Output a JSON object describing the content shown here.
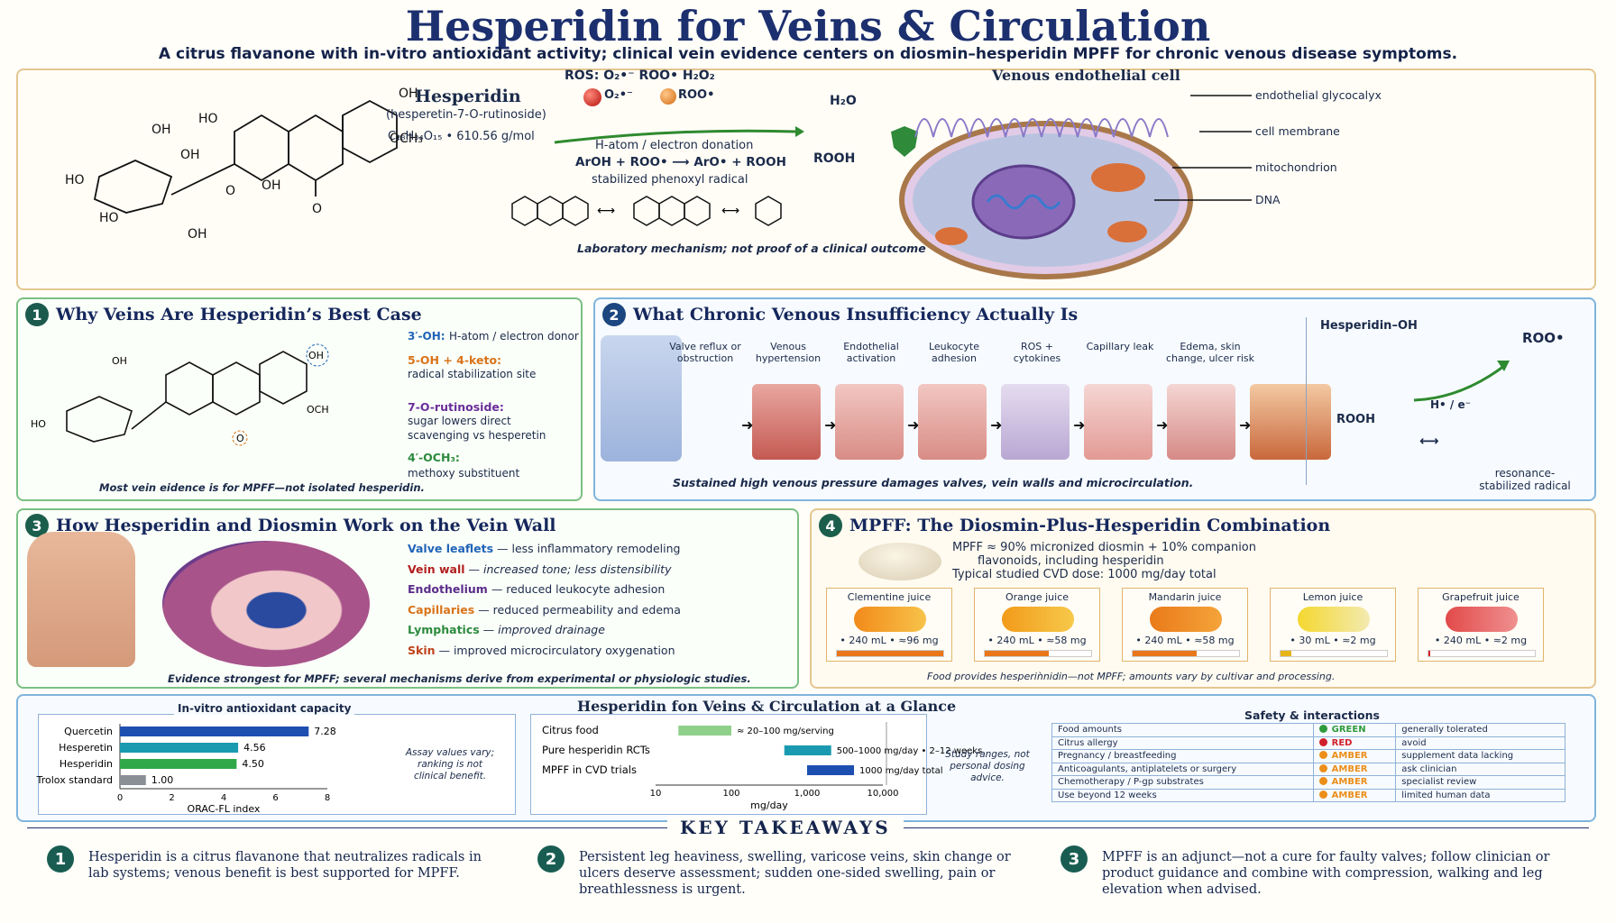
{
  "header": {
    "title": "Hesperidin for Veins & Circulation",
    "subtitle": "A citrus flavanone with in-vitro antioxidant activity; clinical vein evidence centers on diosmin–hesperidin MPFF for chronic venous disease symptoms."
  },
  "top_panel": {
    "molecule_name": "Hesperidin",
    "molecule_alt": "(hesperetin-7-O-rutinoside)",
    "formula": "C₂₈H₃₄O₁₅ • 610.56 g/mol",
    "ros_label": "ROS:  O₂•⁻    ROO•    H₂O₂",
    "ros_o2": "O₂•⁻",
    "ros_roo": "ROO•",
    "mech_line1": "H-atom / electron donation",
    "mech_line2": "ArOH + ROO• ⟶ ArO• + ROOH",
    "mech_line3": "stabilized phenoxyl radical",
    "h2o": "H₂O",
    "rooh": "ROOH",
    "cell_title": "Venous endothelial cell",
    "cell_labels": [
      "endothelial glycocalyx",
      "cell membrane",
      "mitochondrion",
      "DNA"
    ],
    "footnote": "Laboratory mechanism; not proof of a clinical outcome"
  },
  "panel1": {
    "num": "1",
    "title": "Why Veins Are Hesperidin’s Best Case",
    "ann1_a": "3′-OH:",
    "ann1_b": "H-atom / electron donor",
    "ann2_a": "5-OH + 4-keto:",
    "ann2_b": "radical stabilization site",
    "ann3_a": "7-O-rutinoside:",
    "ann3_b": "sugar lowers direct",
    "ann3_c": "scavenging vs hesperetin",
    "ann4_a": "4′-OCH₃:",
    "ann4_b": "methoxy substituent",
    "footnote": "Most vein eidence is for MPFF—not isolated hesperidin."
  },
  "panel2": {
    "num": "2",
    "title": "What Chronic Venous Insufficiency Actually Is",
    "steps": [
      "Valve reflux or obstruction",
      "Venous hypertension",
      "Endothelial activation",
      "Leukocyte adhesion",
      "ROS + cytokines",
      "Capillary leak",
      "Edema, skin change, ulcer risk"
    ],
    "footnote": "Sustained high venous pressure damages valves, vein walls and microcirculation.",
    "side_title": "Hesperidin–OH",
    "side_roo": "ROO•",
    "side_he": "H• / e⁻",
    "side_rooh": "ROOH",
    "side_caption": "resonance-stabilized radical"
  },
  "panel3": {
    "num": "3",
    "title": "How Hesperidin and Diosmin Work on the Vein Wall",
    "items": [
      {
        "name": "Valve leaflets",
        "desc": "— less inflammatory remodeling",
        "color": "#1f63b8"
      },
      {
        "name": "Vein wall",
        "desc": "— increased tone; less distensibility",
        "color": "#b21f1f"
      },
      {
        "name": "Endothelium",
        "desc": "— reduced leukocyte adhesion",
        "color": "#5a2d8a"
      },
      {
        "name": "Capillaries",
        "desc": "— reduced permeability and edema",
        "color": "#d9731a"
      },
      {
        "name": "Lymphatics",
        "desc": "— improved drainage",
        "color": "#2b8a3e"
      },
      {
        "name": "Skin",
        "desc": "— improved microcirculatory oxygenation",
        "color": "#c0411a"
      }
    ],
    "footnote": "Evidence strongest for MPFF; several mechanisms derive from experimental or physiologic studies."
  },
  "panel4": {
    "num": "4",
    "title": "MPFF: The Diosmin-Plus-Hesperidin Combination",
    "line1": "MPFF ≈ 90% micronized diosmin + 10% companion",
    "line2": "flavonoids, including hesperidin",
    "line3": "Typical studied CVD dose: 1000 mg/day total",
    "juices": [
      {
        "name": "Clementine juice",
        "detail": "• 240 mL  • ≈96 mg",
        "fraction": 1.0,
        "color": "#e9761a"
      },
      {
        "name": "Orange juice",
        "detail": "• 240 mL  • ≈58 mg",
        "fraction": 0.6,
        "color": "#e9761a"
      },
      {
        "name": "Mandarin juice",
        "detail": "• 240 mL  • ≈58 mg",
        "fraction": 0.6,
        "color": "#e9761a"
      },
      {
        "name": "Lemon juice",
        "detail": "• 30 mL   • ≈2 mg",
        "fraction": 0.1,
        "color": "#e7b51a"
      },
      {
        "name": "Grapefruit juice",
        "detail": "• 240 mL  • ≈2 mg",
        "fraction": 0.02,
        "color": "#d8262a"
      }
    ],
    "footnote": "Food provides hesperiǹnidin—not MPFF; amounts vary by cultivar and processing."
  },
  "bottom": {
    "glance_title": "Hesperidin fon  Veins & Circulation  at a Glance",
    "orac": {
      "title": "In-vitro antioxidant capacity",
      "xlabel": "ORAC-FL index",
      "note": "Assay values vary; ranking is not clinical benefit."
    },
    "dose": {
      "note": "Study ranges, not personal dosing advice.",
      "xlabel": "mg/day"
    },
    "safety": {
      "title": "Safety  &  interactions",
      "rows": [
        {
          "item": "Food amounts",
          "level": "GREEN",
          "color": "#2f9a3a",
          "note": "generally tolerated"
        },
        {
          "item": "Citrus allergy",
          "level": "RED",
          "color": "#d0202a",
          "note": "avoid"
        },
        {
          "item": "Pregnancy / breastfeeding",
          "level": "AMBER",
          "color": "#eb8e1a",
          "note": "supplement data lacking"
        },
        {
          "item": "Anticoagulants, antiplatelets or surgery",
          "level": "AMBER",
          "color": "#eb8e1a",
          "note": "ask clinician"
        },
        {
          "item": "Chemotherapy / P-gp substrates",
          "level": "AMBER",
          "color": "#eb8e1a",
          "note": "specialist review"
        },
        {
          "item": "Use beyond 12 weeks",
          "level": "AMBER",
          "color": "#eb8e1a",
          "note": "limited human data"
        }
      ]
    }
  },
  "takeaways": {
    "title": "KEY TAKEAWAYS",
    "items": [
      {
        "num": "1",
        "text": "Hesperidin is a citrus flavanone that neutralizes radicals in lab systems; venous benefit is best supported for MPFF."
      },
      {
        "num": "2",
        "text": "Persistent leg heaviness, swelling, varicose veins, skin change or ulcers deserve assessment; sudden one-sided swelling, pain or breathlessness is urgent."
      },
      {
        "num": "3",
        "text": "MPFF is an adjunct—not  a  cure for faulty valves; follow clinician or product guidance and combine with compression, walking and leg elevation when advised."
      }
    ]
  },
  "chart_data": [
    {
      "type": "bar",
      "orientation": "horizontal",
      "title": "In-vitro antioxidant capacity",
      "xlabel": "ORAC-FL index",
      "categories": [
        "Quercetin",
        "Hesperetin",
        "Hesperidin",
        "Trolox standard"
      ],
      "values": [
        7.28,
        4.56,
        4.5,
        1.0
      ],
      "colors": [
        "#1d4fb0",
        "#1a9ab0",
        "#2fa84a",
        "#8a8f96"
      ],
      "xlim": [
        0,
        8
      ],
      "xticks": [
        "0",
        "2",
        "4",
        "6",
        "8"
      ]
    },
    {
      "type": "bar",
      "orientation": "horizontal",
      "scale": "log",
      "xlabel": "mg/day",
      "categories": [
        "Citrus food",
        "Pure hesperidin RCTs",
        "MPFF in CVD trials"
      ],
      "ranges": [
        [
          20,
          100
        ],
        [
          500,
          1000
        ],
        [
          1000,
          1000
        ]
      ],
      "labels": [
        "≈ 20–100 mg/serving",
        "500–1000 mg/day • 2–12 weeks",
        "1000 mg/day total"
      ],
      "colors": [
        "#8fd18a",
        "#1a9ab0",
        "#1d4fb0"
      ],
      "xlim": [
        10,
        10000
      ],
      "xticks": [
        "10",
        "100",
        "1,000",
        "10,000"
      ]
    }
  ]
}
